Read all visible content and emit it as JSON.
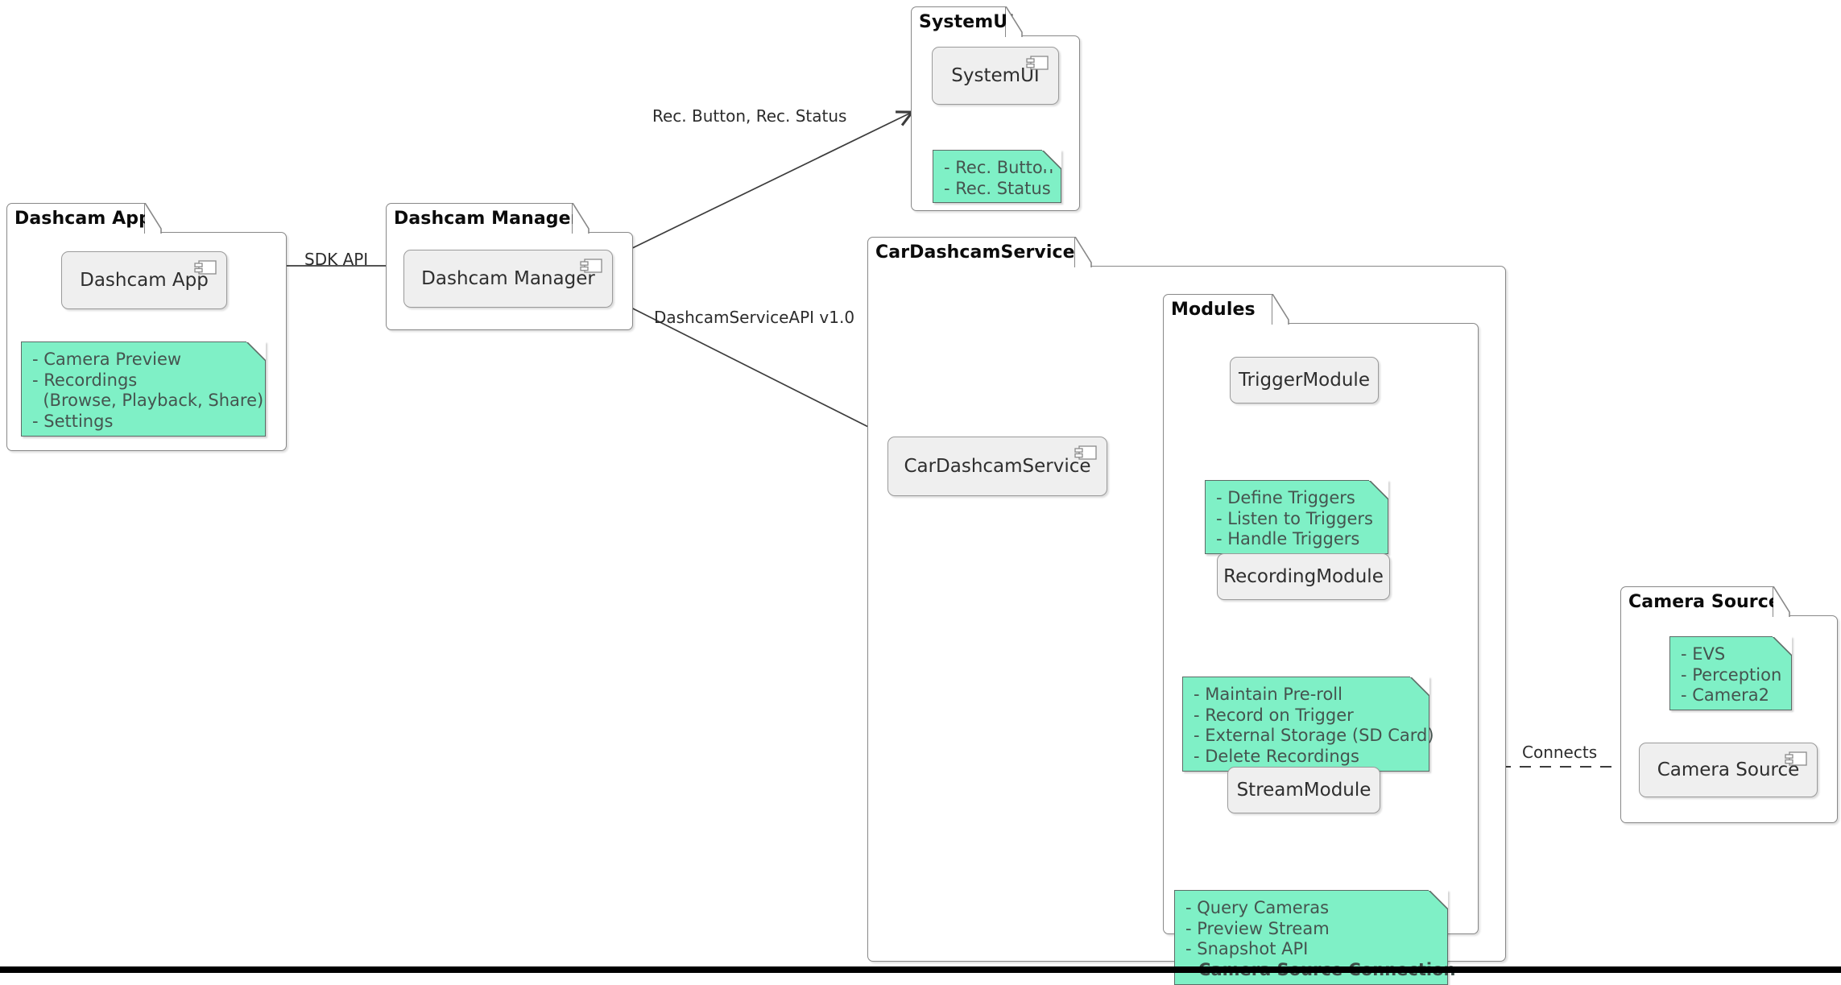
{
  "diagram": {
    "type": "uml-component-diagram",
    "title_text_present": false,
    "colors": {
      "note_fill": "#7FF0C6",
      "note_border": "#5D6B66",
      "note_text": "#45544F",
      "component_fill": "#EFEFEF",
      "component_border": "#9A9A9A",
      "package_border": "#888888",
      "edge_stroke": "#3C3C3C",
      "page_background": "#FFFFFF",
      "bottom_bar": "#000000"
    }
  },
  "packages": [
    {
      "id": "pkg_dashcam_app",
      "label": "Dashcam App"
    },
    {
      "id": "pkg_dashcam_manager",
      "label": "Dashcam Manager"
    },
    {
      "id": "pkg_systemui",
      "label": "SystemUI"
    },
    {
      "id": "pkg_cardashcamservice",
      "label": "CarDashcamService"
    },
    {
      "id": "pkg_modules",
      "label": "Modules"
    },
    {
      "id": "pkg_camera_source",
      "label": "Camera Source"
    }
  ],
  "components": [
    {
      "id": "cmp_dashcam_app",
      "label": "Dashcam App",
      "icon": "uml-component-icon"
    },
    {
      "id": "cmp_dashcam_manager",
      "label": "Dashcam Manager",
      "icon": "uml-component-icon"
    },
    {
      "id": "cmp_systemui",
      "label": "SystemUI",
      "icon": "uml-component-icon"
    },
    {
      "id": "cmp_cardashcamservice",
      "label": "CarDashcamService",
      "icon": "uml-component-icon"
    },
    {
      "id": "cmp_trigger_module",
      "label": "TriggerModule",
      "icon": null
    },
    {
      "id": "cmp_recording_module",
      "label": "RecordingModule",
      "icon": null
    },
    {
      "id": "cmp_stream_module",
      "label": "StreamModule",
      "icon": null
    },
    {
      "id": "cmp_camera_source",
      "label": "Camera Source",
      "icon": "uml-component-icon"
    }
  ],
  "notes": [
    {
      "id": "note_dashcam_app",
      "attached_to": "cmp_dashcam_app",
      "lines": [
        {
          "text": "- Camera Preview",
          "bold": false
        },
        {
          "text": "- Recordings",
          "bold": false
        },
        {
          "text": "  (Browse, Playback, Share)",
          "bold": false
        },
        {
          "text": "- Settings",
          "bold": false
        }
      ]
    },
    {
      "id": "note_systemui",
      "attached_to": "cmp_systemui",
      "lines": [
        {
          "text": "- Rec. Button",
          "bold": false
        },
        {
          "text": "- Rec. Status",
          "bold": false
        }
      ]
    },
    {
      "id": "note_trigger_module",
      "attached_to": "cmp_trigger_module",
      "lines": [
        {
          "text": "- Define Triggers",
          "bold": false
        },
        {
          "text": "- Listen to Triggers",
          "bold": false
        },
        {
          "text": "- Handle Triggers",
          "bold": false
        }
      ]
    },
    {
      "id": "note_recording_module",
      "attached_to": "cmp_recording_module",
      "lines": [
        {
          "text": "- Maintain Pre-roll",
          "bold": false
        },
        {
          "text": "- Record on Trigger",
          "bold": false
        },
        {
          "text": "- External Storage (SD Card)",
          "bold": false
        },
        {
          "text": "- Delete Recordings",
          "bold": false
        }
      ]
    },
    {
      "id": "note_stream_module",
      "attached_to": "cmp_stream_module",
      "lines": [
        {
          "text": "- Query Cameras",
          "bold": false
        },
        {
          "text": "- Preview Stream",
          "bold": false
        },
        {
          "text": "- Snapshot API",
          "bold": false
        },
        {
          "text": "- Camera Source Connection",
          "bold": true
        }
      ]
    },
    {
      "id": "note_camera_source",
      "attached_to": "cmp_camera_source",
      "lines": [
        {
          "text": "- EVS",
          "bold": false
        },
        {
          "text": "- Perception",
          "bold": false
        },
        {
          "text": "- Camera2",
          "bold": false
        }
      ]
    }
  ],
  "edges": [
    {
      "id": "edge_sdk_api",
      "from": "cmp_dashcam_app",
      "to": "cmp_dashcam_manager",
      "label": "SDK API",
      "style": "solid",
      "arrow": "open"
    },
    {
      "id": "edge_rec_status",
      "from": "cmp_dashcam_manager",
      "to": "cmp_systemui",
      "label": "Rec. Button, Rec. Status",
      "style": "solid",
      "arrow": "open"
    },
    {
      "id": "edge_service_api",
      "from": "cmp_dashcam_manager",
      "to": "cmp_cardashcamservice",
      "label": "DashcamServiceAPI v1.0",
      "style": "solid",
      "arrow": "open"
    },
    {
      "id": "edge_to_trigger",
      "from": "cmp_cardashcamservice",
      "to": "cmp_trigger_module",
      "label": "",
      "style": "solid",
      "arrow": "open"
    },
    {
      "id": "edge_to_recording",
      "from": "cmp_cardashcamservice",
      "to": "cmp_recording_module",
      "label": "",
      "style": "solid",
      "arrow": "open"
    },
    {
      "id": "edge_to_stream",
      "from": "cmp_cardashcamservice",
      "to": "cmp_stream_module",
      "label": "",
      "style": "solid",
      "arrow": "open"
    },
    {
      "id": "edge_connects",
      "from": "cmp_stream_module",
      "to": "cmp_camera_source",
      "label": "Connects",
      "style": "dashed",
      "arrow": "none"
    }
  ]
}
